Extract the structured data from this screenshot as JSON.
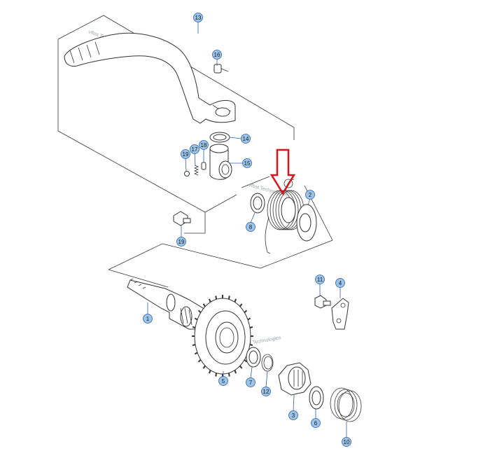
{
  "watermark": {
    "text": "vfbst Technologies"
  },
  "colors": {
    "callout_fill": "#9cc3e8",
    "callout_stroke": "#2f5fa8",
    "arrow": "#d6141a"
  },
  "callouts": [
    {
      "id": "1",
      "label": "1"
    },
    {
      "id": "2",
      "label": "2"
    },
    {
      "id": "3",
      "label": "3"
    },
    {
      "id": "4",
      "label": "4"
    },
    {
      "id": "5",
      "label": "5"
    },
    {
      "id": "6",
      "label": "6"
    },
    {
      "id": "7",
      "label": "7"
    },
    {
      "id": "8",
      "label": "8"
    },
    {
      "id": "10",
      "label": "10"
    },
    {
      "id": "11",
      "label": "11"
    },
    {
      "id": "12",
      "label": "12"
    },
    {
      "id": "13",
      "label": "13"
    },
    {
      "id": "14",
      "label": "14"
    },
    {
      "id": "15",
      "label": "15"
    },
    {
      "id": "16",
      "label": "16"
    },
    {
      "id": "17",
      "label": "17"
    },
    {
      "id": "18",
      "label": "18"
    },
    {
      "id": "19a",
      "label": "19"
    },
    {
      "id": "19b",
      "label": "19"
    }
  ],
  "highlight_arrow": {
    "icon": "down-arrow-icon",
    "target": "spring"
  }
}
